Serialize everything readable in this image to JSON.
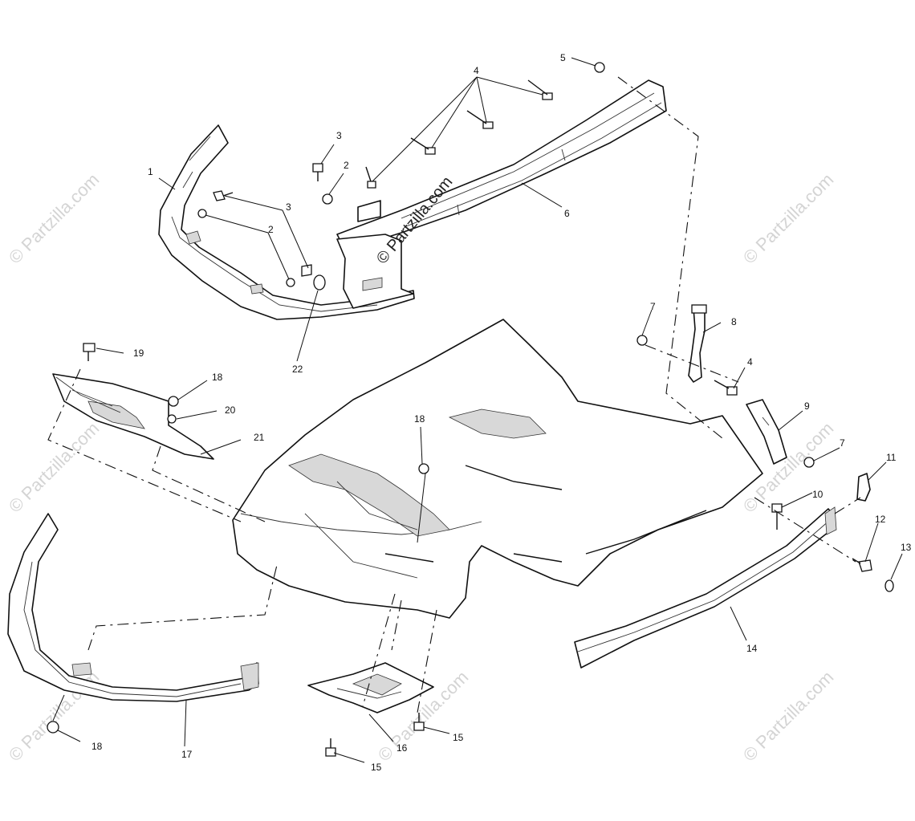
{
  "watermark": {
    "text": "© Partzilla.com",
    "color": "#d4d4d4"
  },
  "callouts": {
    "c1": "1",
    "c2a": "2",
    "c2b": "2",
    "c3a": "3",
    "c3b": "3",
    "c4a": "4",
    "c4b": "4",
    "c5": "5",
    "c6": "6",
    "c7a": "7",
    "c7b": "7",
    "c8": "8",
    "c9": "9",
    "c10": "10",
    "c11": "11",
    "c12": "12",
    "c13": "13",
    "c14": "14",
    "c15a": "15",
    "c15b": "15",
    "c16": "16",
    "c17": "17",
    "c18a": "18",
    "c18b": "18",
    "c18c": "18",
    "c19": "19",
    "c20": "20",
    "c21": "21",
    "c22": "22"
  }
}
